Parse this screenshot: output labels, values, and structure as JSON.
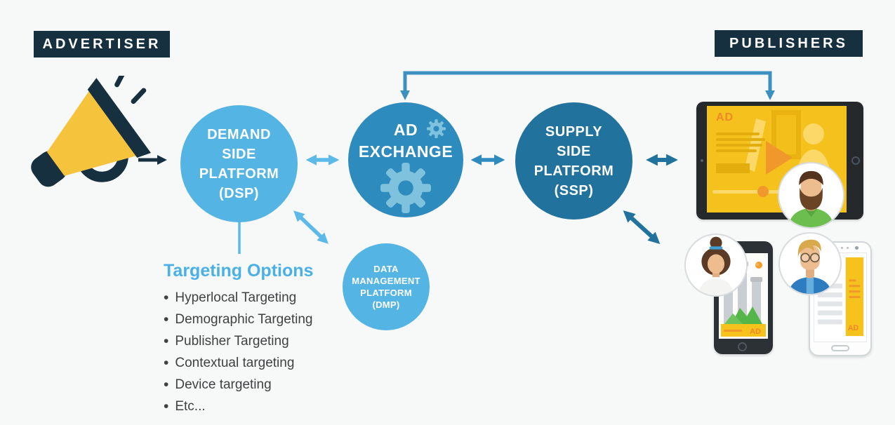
{
  "labels": {
    "advertiser": "ADVERTISER",
    "publishers": "PUBLISHERS"
  },
  "nodes": {
    "dsp": {
      "lines": [
        "DEMAND",
        "SIDE",
        "PLATFORM",
        "(DSP)"
      ]
    },
    "ad_exchange": {
      "lines": [
        "AD",
        "EXCHANGE"
      ]
    },
    "ssp": {
      "lines": [
        "SUPPLY",
        "SIDE",
        "PLATFORM",
        "(SSP)"
      ]
    },
    "dmp": {
      "lines": [
        "DATA",
        "MANAGEMENT",
        "PLATFORM",
        "(DMP)"
      ]
    }
  },
  "targeting": {
    "title": "Targeting Options",
    "bullet": "•",
    "items": [
      "Hyperlocal Targeting",
      "Demographic Targeting",
      "Publisher Targeting",
      "Contextual targeting",
      "Device targeting",
      "Etc..."
    ]
  },
  "devices": {
    "tablet_ad_label": "AD",
    "game_phone_ad_label": "AD",
    "news_phone_ad_label": "AD"
  },
  "icons": {
    "megaphone": "megaphone-icon",
    "gear": "gear-icon",
    "arrows": "double-arrow-icon"
  },
  "colors": {
    "bg": "#f7f8f8",
    "navy": "#16303f",
    "blue-light": "#54b4e4",
    "blue-mid": "#2e8bbd",
    "blue-dark": "#21739e",
    "blue-steel": "#3b90c0",
    "arrow-light": "#5cbae8",
    "heading-blue": "#49b1e6",
    "yellow": "#f6c33c",
    "screen-yellow": "#f5c11d",
    "orange": "#f0882a",
    "text-dark": "#3f4142"
  }
}
